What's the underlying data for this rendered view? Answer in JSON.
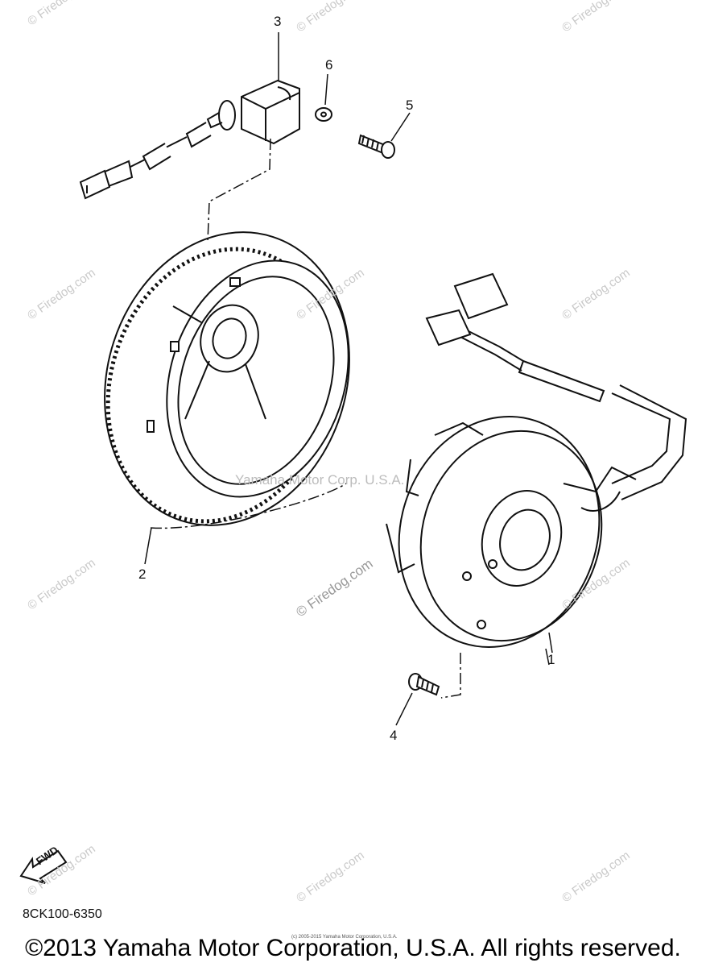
{
  "callouts": {
    "c1": "1",
    "c2": "2",
    "c3": "3",
    "c4": "4",
    "c5": "5",
    "c6": "6"
  },
  "watermarks": {
    "site": "© Firedog.com",
    "center": "Yamaha Motor Corp. U.S.A."
  },
  "fwd_label": "FWD",
  "part_code": "8CK100-6350",
  "tiny_copyright": "(c) 2005-2015 Yamaha Motor Corporation, U.S.A.",
  "footer_copyright": "©2013 Yamaha Motor Corporation, U.S.A. All rights reserved."
}
